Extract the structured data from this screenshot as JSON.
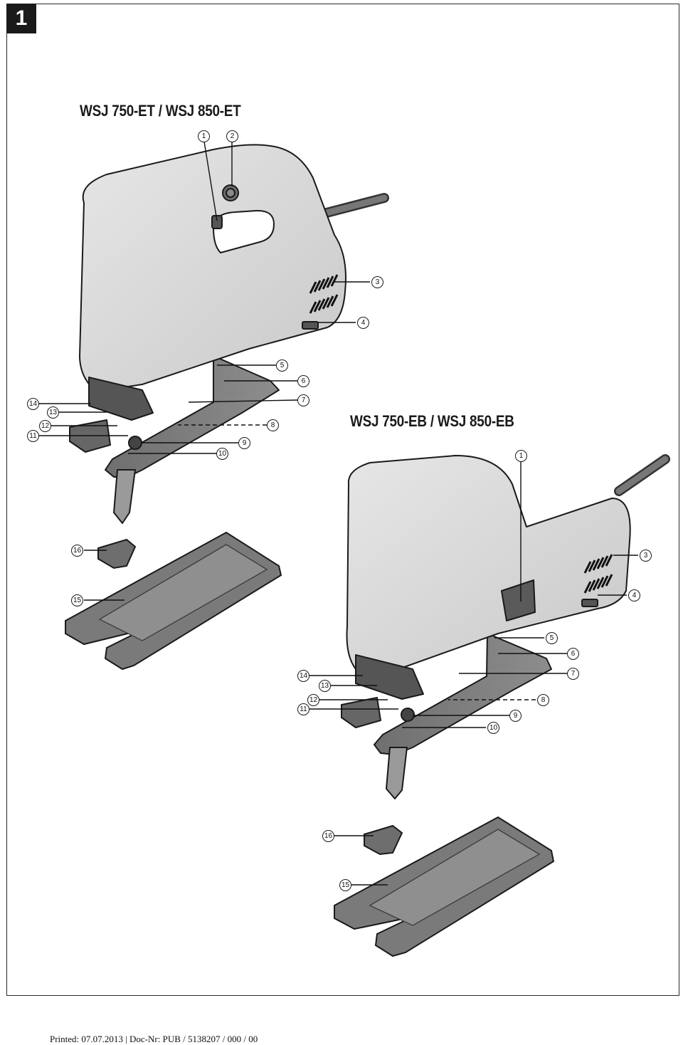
{
  "figure_number": "1",
  "models": {
    "et_title": "WSJ 750-ET / WSJ 850-ET",
    "eb_title": "WSJ 750-EB / WSJ 850-EB"
  },
  "callouts_et": [
    "1",
    "2",
    "3",
    "4",
    "5",
    "6",
    "7",
    "8",
    "9",
    "10",
    "11",
    "12",
    "13",
    "14",
    "15",
    "16"
  ],
  "callouts_eb": [
    "1",
    "3",
    "4",
    "5",
    "6",
    "7",
    "8",
    "9",
    "10",
    "11",
    "12",
    "13",
    "14",
    "15",
    "16"
  ],
  "footer": {
    "printed": "Printed: 07.07.2013 | Doc-Nr: PUB / 5138207 / 000 / 00"
  }
}
